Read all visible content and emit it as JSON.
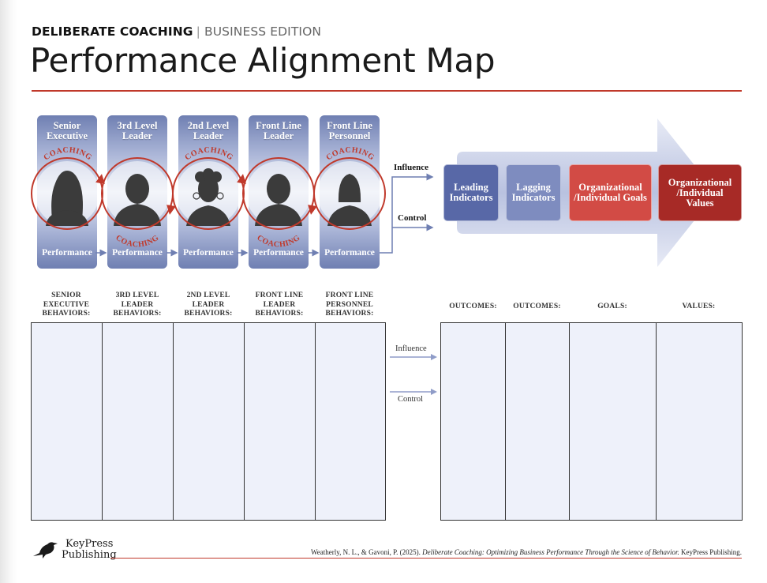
{
  "header": {
    "brand": "DELIBERATE COACHING",
    "separator": "|",
    "edition": "BUSINESS EDITION",
    "title": "Performance Alignment Map"
  },
  "roles": [
    {
      "label": "Senior Executive",
      "figure": "female-silhouette-icon"
    },
    {
      "label": "3rd Level Leader",
      "figure": "male-silhouette-icon"
    },
    {
      "label": "2nd Level Leader",
      "figure": "female-curly-hair-silhouette-icon"
    },
    {
      "label": "Front Line Leader",
      "figure": "male-silhouette-icon"
    },
    {
      "label": "Front Line Personnel",
      "figure": "female-bob-hair-silhouette-icon"
    }
  ],
  "performance_label": "Performance",
  "coaching_label": "COACHING",
  "flow": {
    "influence": "Influence",
    "control": "Control"
  },
  "indicators": [
    {
      "label": "Leading Indicators",
      "color": "#5868a7"
    },
    {
      "label": "Lagging Indicators",
      "color": "#7e8cbf"
    },
    {
      "label": "Organizational /Individual Goals",
      "color": "#d24b45"
    },
    {
      "label": "Organizational /Individual Values",
      "color": "#a72a26"
    }
  ],
  "worksheet_left": {
    "headers": [
      {
        "line1": "SENIOR",
        "line2": "EXECUTIVE",
        "line3": "BEHAVIORS:"
      },
      {
        "line1": "3RD LEVEL",
        "line2": "LEADER",
        "line3": "BEHAVIORS:"
      },
      {
        "line1": "2ND LEVEL",
        "line2": "LEADER",
        "line3": "BEHAVIORS:"
      },
      {
        "line1": "FRONT LINE",
        "line2": "LEADER",
        "line3": "BEHAVIORS:"
      },
      {
        "line1": "FRONT LINE",
        "line2": "PERSONNEL",
        "line3": "BEHAVIORS:"
      }
    ]
  },
  "worksheet_right": {
    "headers": [
      "OUTCOMES:",
      "OUTCOMES:",
      "GOALS:",
      "VALUES:"
    ]
  },
  "footer": {
    "publisher_line1": "KeyPress",
    "publisher_line2": "Publishing",
    "citation_authors": "Weatherly, N. L., & Gavoni, P. (2025). ",
    "citation_title": "Deliberate Coaching: Optimizing Business Performance Through the Science of Behavior.",
    "citation_publisher": " KeyPress Publishing."
  },
  "colors": {
    "accent_red": "#c0392b",
    "column_blue": "#6f7fb2",
    "arrow_blue": "#c9d0e8"
  }
}
